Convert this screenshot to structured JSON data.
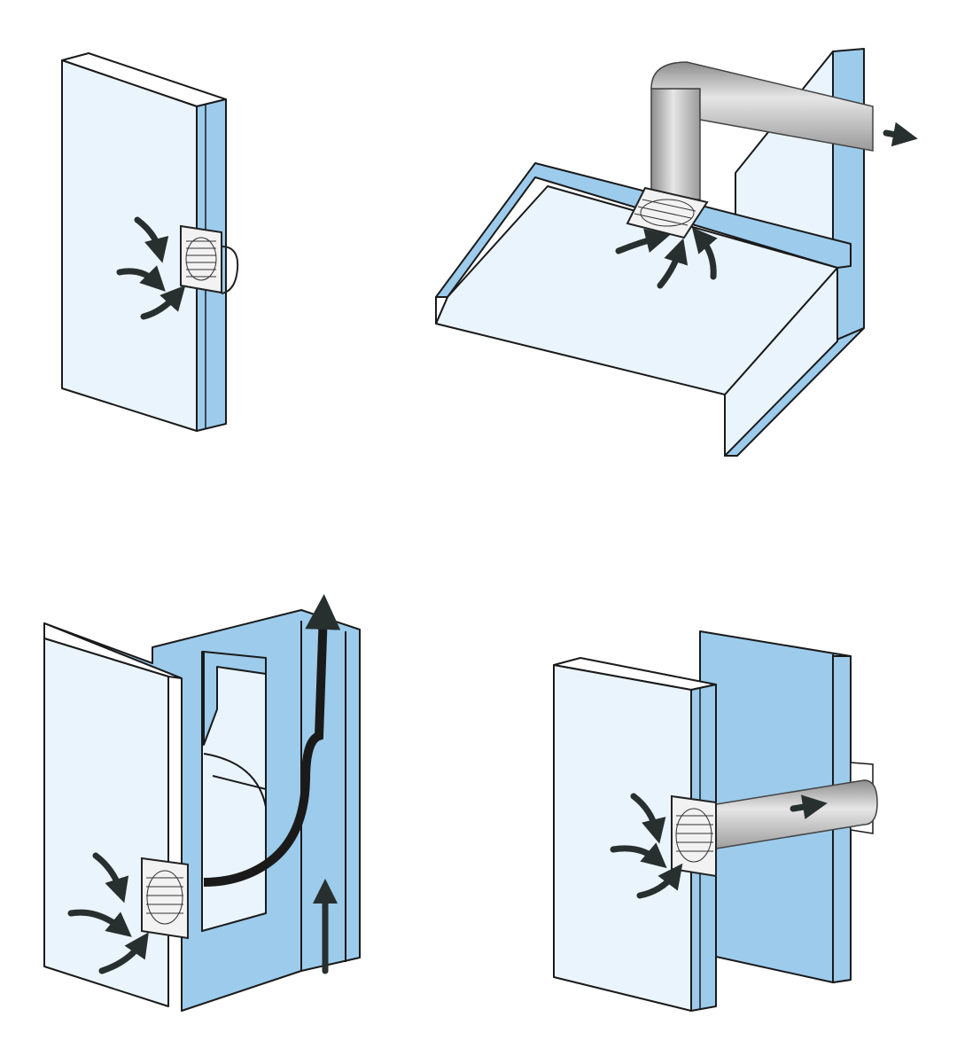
{
  "colors": {
    "wall_face": "#eaf4fc",
    "wall_side": "#9ccbec",
    "outline": "#1a1a1a",
    "arrow": "#27302e",
    "duct": "#b8b8b8"
  },
  "panels": [
    {
      "id": "wall-mounted-fan",
      "icons": [
        "wall-icon",
        "fan-icon",
        "airflow-arrow-icon"
      ]
    },
    {
      "id": "ceiling-fan-with-duct",
      "icons": [
        "ceiling-icon",
        "fan-icon",
        "duct-icon",
        "airflow-arrow-icon"
      ]
    },
    {
      "id": "fan-with-vertical-shaft",
      "icons": [
        "wall-icon",
        "fan-icon",
        "shaft-icon",
        "airflow-arrow-icon"
      ]
    },
    {
      "id": "through-wall-duct-fan",
      "icons": [
        "wall-icon",
        "fan-icon",
        "duct-icon",
        "airflow-arrow-icon"
      ]
    }
  ]
}
